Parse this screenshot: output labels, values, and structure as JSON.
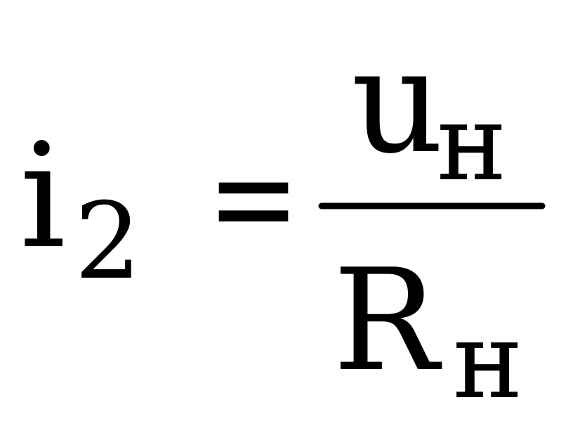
{
  "formula": {
    "lhs_symbol": "i",
    "lhs_subscript": "2",
    "equals": "=",
    "numerator_symbol": "u",
    "numerator_subscript": "н",
    "denominator_symbol": "R",
    "denominator_subscript": "н"
  },
  "colors": {
    "text": "#000000",
    "background": "#ffffff"
  }
}
